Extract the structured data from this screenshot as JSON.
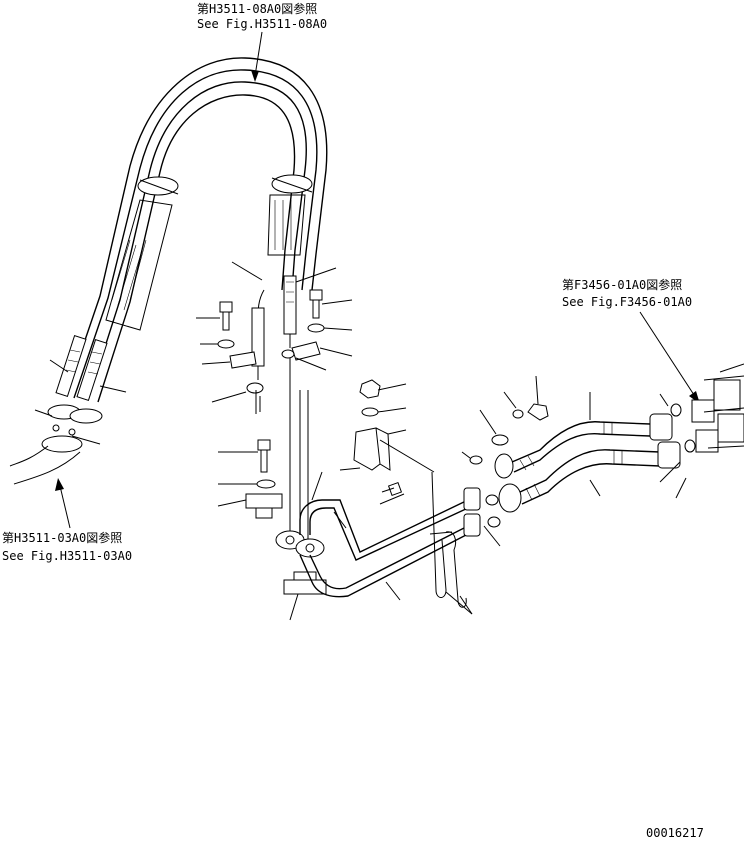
{
  "references": {
    "top": {
      "jp": "第H3511-08A0図参照",
      "en": "See Fig.H3511-08A0"
    },
    "left": {
      "jp": "第H3511-03A0図参照",
      "en": "See Fig.H3511-03A0"
    },
    "right": {
      "jp": "第F3456-01A0図参照",
      "en": "See Fig.F3456-01A0"
    }
  },
  "drawing_number": "00016217"
}
